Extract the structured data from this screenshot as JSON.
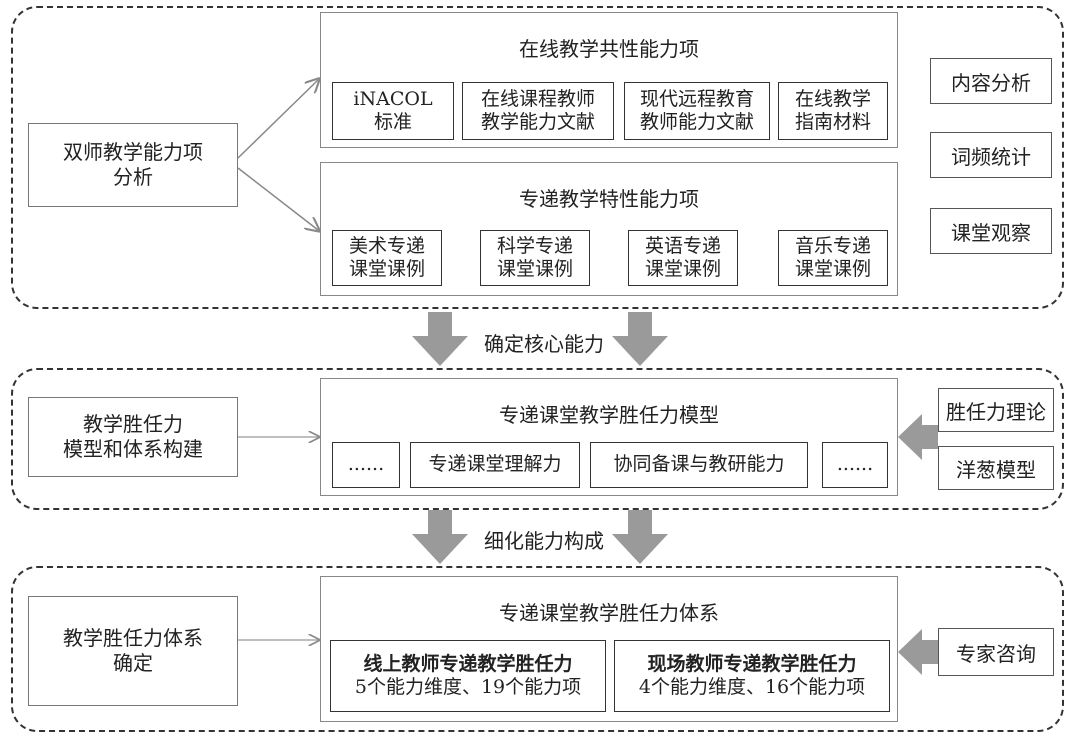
{
  "top": {
    "left_box": "双师教学能力项\n分析",
    "common_group": {
      "title": "在线教学共性能力项",
      "items": [
        "iNACOL\n标准",
        "在线课程教师\n教学能力文献",
        "现代远程教育\n教师能力文献",
        "在线教学\n指南材料"
      ]
    },
    "special_group": {
      "title": "专递教学特性能力项",
      "items": [
        "美术专递\n课堂课例",
        "科学专递\n课堂课例",
        "英语专递\n课堂课例",
        "音乐专递\n课堂课例"
      ]
    },
    "methods": [
      "内容分析",
      "词频统计",
      "课堂观察"
    ]
  },
  "flow1": {
    "label": "确定核心能力"
  },
  "middle": {
    "left_box": "教学胜任力\n模型和体系构建",
    "group": {
      "title": "专递课堂教学胜任力模型",
      "items": [
        "......",
        "专递课堂理解力",
        "协同备课与教研能力",
        "......"
      ]
    },
    "theories": [
      "胜任力理论",
      "洋葱模型"
    ]
  },
  "flow2": {
    "label": "细化能力构成"
  },
  "bottom": {
    "left_box": "教学胜任力体系\n确定",
    "group": {
      "title": "专递课堂教学胜任力体系",
      "items": [
        {
          "title": "线上教师专递教学胜任力",
          "detail": "5个能力维度、19个能力项"
        },
        {
          "title": "现场教师专递教学胜任力",
          "detail": "4个能力维度、16个能力项"
        }
      ]
    },
    "expert": "专家咨询"
  },
  "colors": {
    "arrow_gray": "#9a9a9a",
    "line_gray": "#888888",
    "dashed_border": "#333333"
  }
}
